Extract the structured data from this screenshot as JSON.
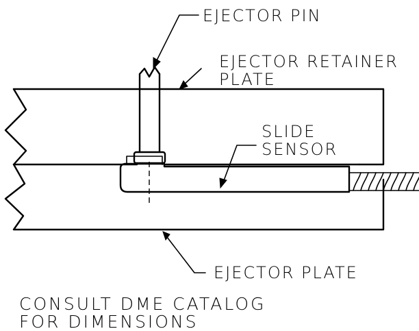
{
  "labels": {
    "ejector_pin": "EJECTOR PIN",
    "ejector_retainer_plate_line1": "EJECTOR RETAINER",
    "ejector_retainer_plate_line2": "PLATE",
    "slide_sensor_line1": "SLIDE",
    "slide_sensor_line2": "SENSOR",
    "ejector_plate": "EJECTOR PLATE"
  },
  "note": {
    "line1": "CONSULT DME CATALOG",
    "line2": "FOR DIMENSIONS"
  }
}
